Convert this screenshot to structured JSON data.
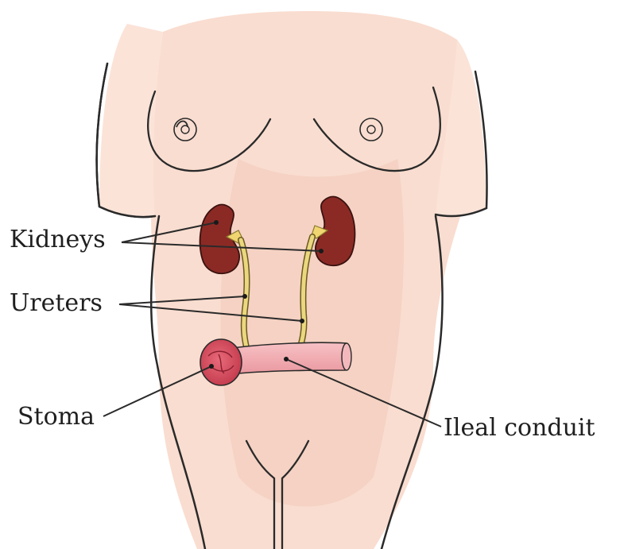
{
  "labels": {
    "kidneys": "Kidneys",
    "ureters": "Ureters",
    "stoma": "Stoma",
    "ileal_conduit": "Ileal conduit"
  },
  "colors": {
    "skin": "#f9ddd0",
    "outline": "#2a2a2a",
    "kidney": "#8b2a25",
    "ureter": "#e8d48a",
    "conduit": "#f0a8ad",
    "stoma": "#d9505f"
  }
}
